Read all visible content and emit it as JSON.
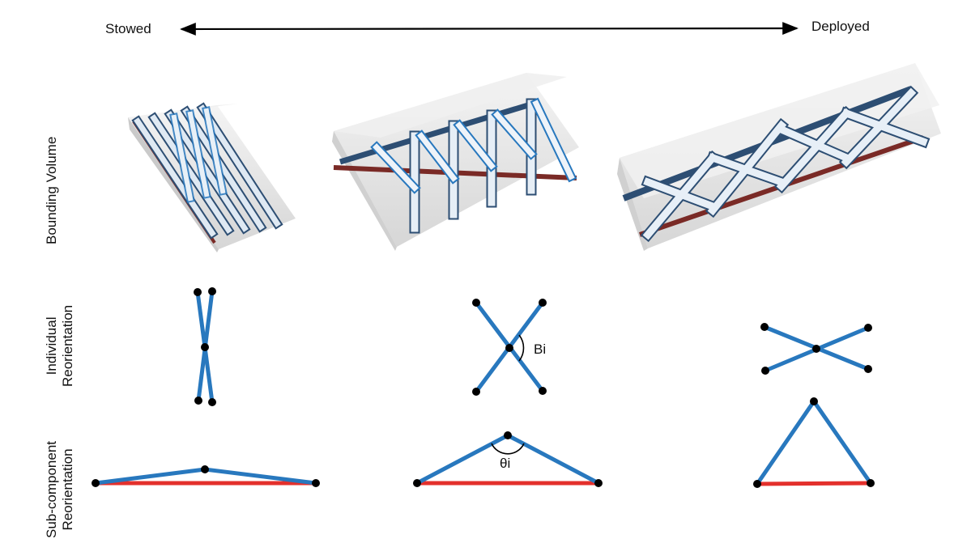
{
  "header": {
    "left_label": "Stowed",
    "right_label": "Deployed"
  },
  "rows": {
    "bounding_volume": "Bounding Volume",
    "individual": [
      "Individual",
      "Reorientation"
    ],
    "subcomponent": [
      "Sub-component",
      "Reorientation"
    ]
  },
  "annotations": {
    "beta": "Bi",
    "theta": "θi"
  },
  "colors": {
    "blue": "#2878be",
    "red": "#e3302c",
    "dark_red": "#7a2a26",
    "node": "#000000",
    "box": "#d4d4d4"
  }
}
